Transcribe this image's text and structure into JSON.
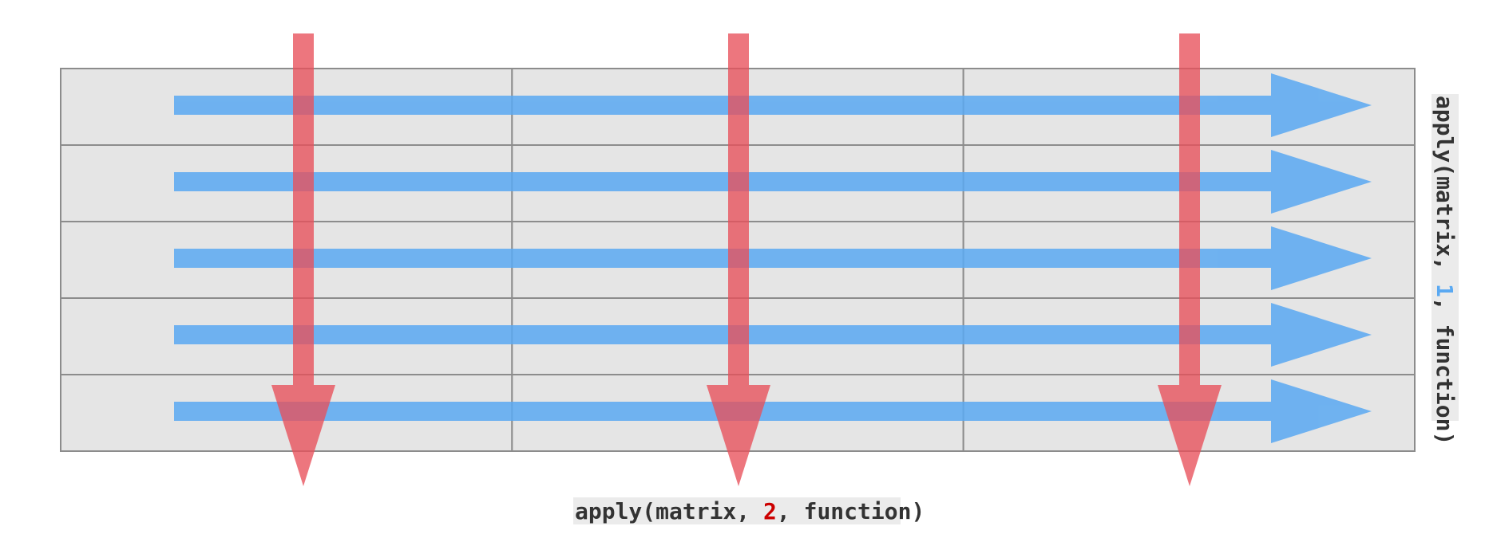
{
  "colors": {
    "cell_fill": "#e5e5e5",
    "cell_border": "#8c8c8c",
    "row_arrow": "#5aa9f2",
    "col_arrow": "#e8505a",
    "label_text": "#333333",
    "label_bg": "#ebebeb",
    "margin_1_color": "#5aa9f2",
    "margin_2_color": "#cc0000"
  },
  "grid": {
    "rows": 5,
    "cols": 3
  },
  "bottom_label": {
    "prefix": "apply(matrix, ",
    "margin": "2",
    "suffix": ", function)"
  },
  "side_label": {
    "prefix": "apply(matrix, ",
    "margin": "1",
    "suffix": ", function)"
  }
}
